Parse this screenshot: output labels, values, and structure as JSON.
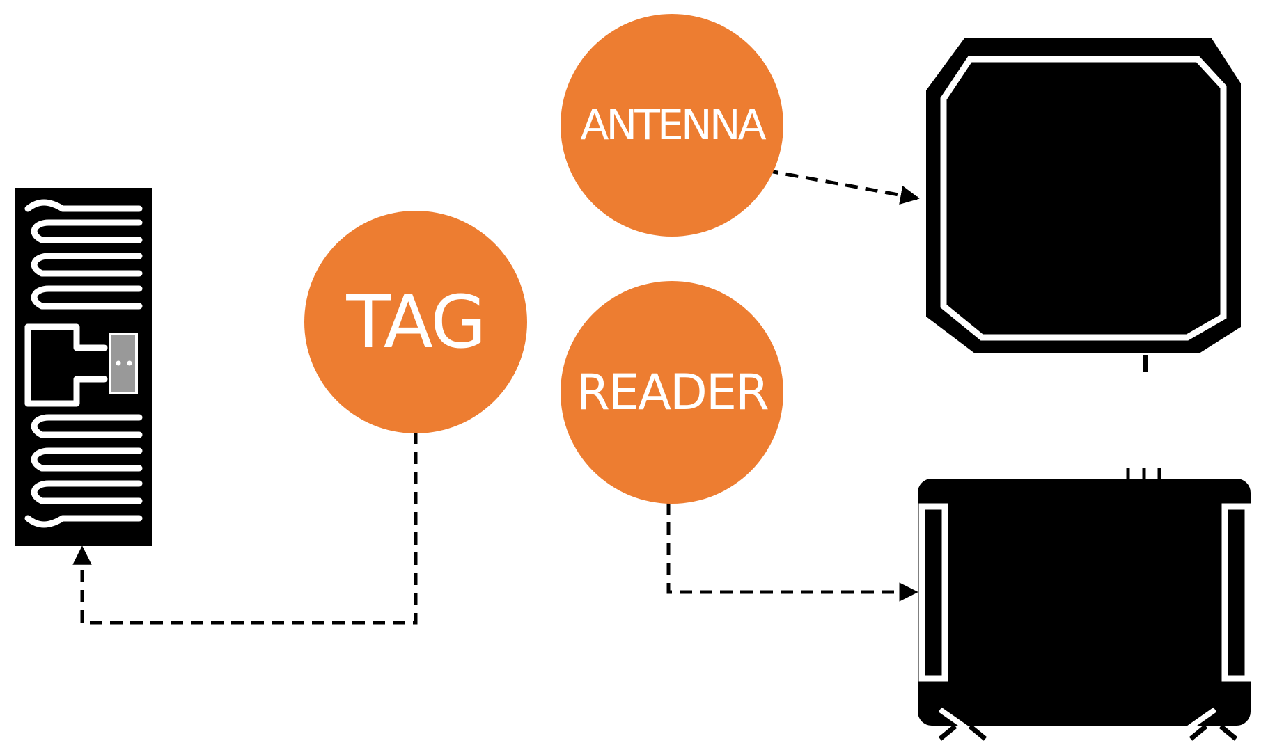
{
  "labels": {
    "tag": "TAG",
    "antenna": "ANTENNA",
    "reader": "READER"
  },
  "colors": {
    "node_fill": "#ED7D31",
    "node_text": "#FFFFFF",
    "device": "#000000",
    "connector": "#000000"
  },
  "icons": {
    "tag": "rfid-tag-inlay-icon",
    "antenna": "rfid-antenna-icon",
    "reader": "rfid-reader-icon"
  }
}
